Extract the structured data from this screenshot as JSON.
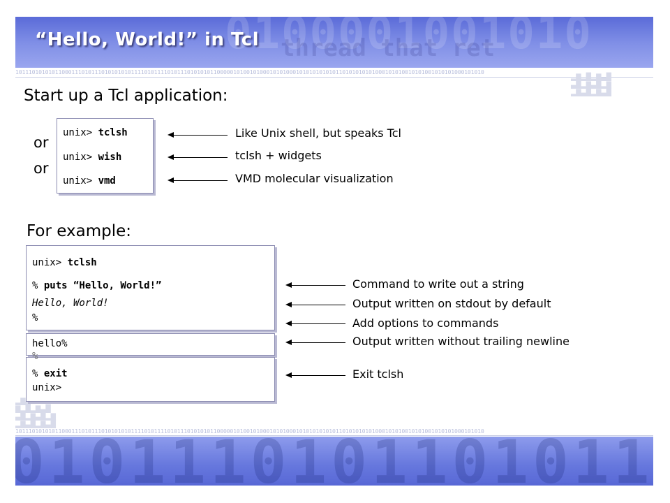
{
  "slide": {
    "title": "“Hello, World!” in Tcl",
    "binary_string": "1011101010101100011101011101010101011110101111010111010101011000001010010100010101000101010101010110101010101000101010010101001010101000101010"
  },
  "section1": {
    "heading": "Start up a Tcl application:",
    "or_labels": [
      "or",
      "or"
    ],
    "commands": [
      {
        "prompt": "unix> ",
        "cmd": "tclsh",
        "description": "Like Unix shell, but speaks Tcl"
      },
      {
        "prompt": "unix> ",
        "cmd": "wish",
        "description": "tclsh + widgets"
      },
      {
        "prompt": "unix> ",
        "cmd": "vmd",
        "description": "VMD molecular visualization"
      }
    ]
  },
  "section2": {
    "heading": "For example:",
    "block1": {
      "line1_prompt": "unix> ",
      "line1_cmd": "tclsh",
      "line2_prompt": "% ",
      "line2_cmd": "puts “Hello, World!”",
      "line3": "Hello, World!",
      "line4": "%"
    },
    "block2": {
      "line1": "hello%"
    },
    "block3": {
      "line0": "%",
      "line1_prompt": "% ",
      "line1_cmd": "exit",
      "line2": "unix>"
    },
    "annotations": [
      "Command to write out a string",
      "Output written on stdout by default",
      "Add options to commands",
      "Output written without trailing newline",
      "Exit tclsh"
    ]
  }
}
